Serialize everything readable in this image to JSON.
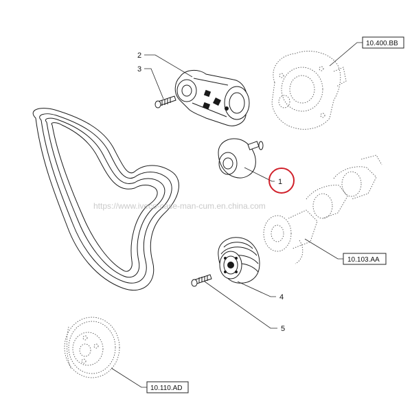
{
  "callouts": {
    "c1": "1",
    "c2": "2",
    "c3": "3",
    "c4": "4",
    "c5": "5"
  },
  "references": {
    "water_pump": "10.400.BB",
    "crankshaft": "10.103.AA",
    "damper": "10.110.AD"
  },
  "watermark": "https://www.iveco-case-man-cum.en.china.com",
  "colors": {
    "line": "#1a1a1a",
    "highlight_circle": "#d0202a",
    "watermark": "#b8b8b8"
  }
}
